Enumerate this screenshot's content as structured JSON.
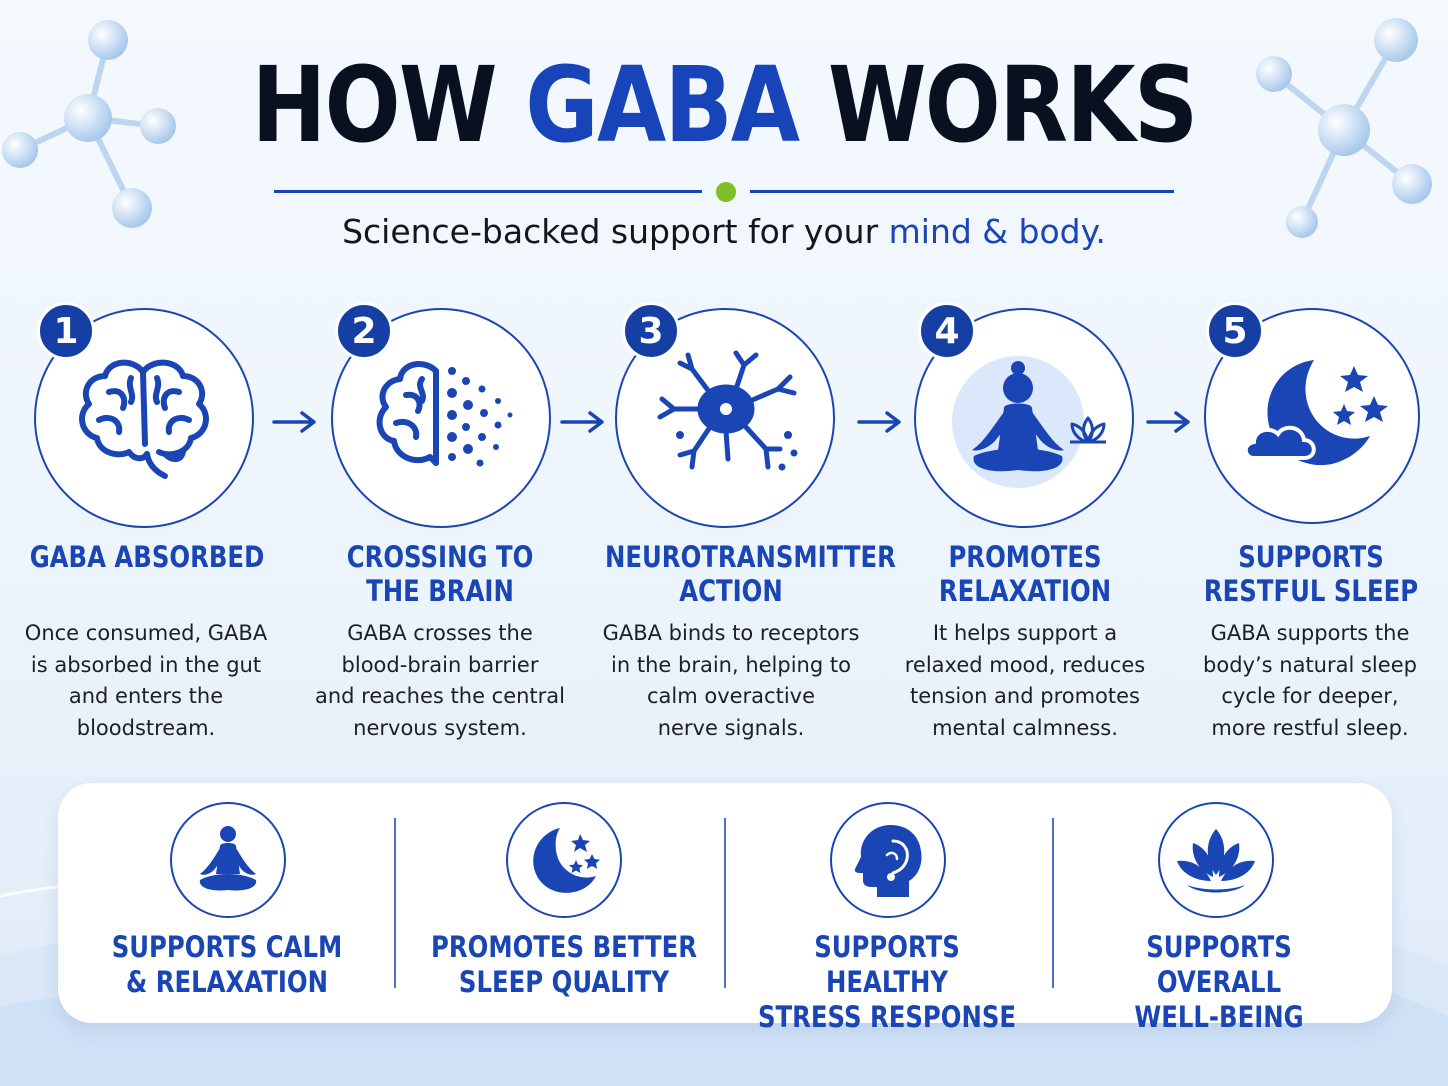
{
  "title": {
    "part1": "HOW ",
    "part2": "GABA",
    "part3": " WORKS"
  },
  "subtitle": {
    "part1": "Science-backed support for your ",
    "part2": "mind & body."
  },
  "colors": {
    "primary": "#1a45b5",
    "dark": "#0b1020",
    "accent_dot": "#7fbf2a"
  },
  "steps": [
    {
      "number": "1",
      "icon": "brain-icon",
      "title_line1": "GABA ABSORBED",
      "title_line2": "",
      "desc": [
        "Once consumed, GABA",
        "is absorbed in the gut",
        "and enters the",
        "bloodstream."
      ]
    },
    {
      "number": "2",
      "icon": "brain-particles-icon",
      "title_line1": "CROSSING TO",
      "title_line2": "THE BRAIN",
      "desc": [
        "GABA crosses the",
        "blood-brain barrier",
        "and reaches the central",
        "nervous system."
      ]
    },
    {
      "number": "3",
      "icon": "neuron-icon",
      "title_line1": "NEUROTRANSMITTER",
      "title_line2": "ACTION",
      "desc": [
        "GABA binds to receptors",
        "in the brain, helping to",
        "calm overactive",
        "nerve signals."
      ]
    },
    {
      "number": "4",
      "icon": "meditation-icon",
      "title_line1": "PROMOTES",
      "title_line2": "RELAXATION",
      "desc": [
        "It helps support a",
        "relaxed mood, reduces",
        "tension and promotes",
        "mental calmness."
      ]
    },
    {
      "number": "5",
      "icon": "moon-cloud-icon",
      "title_line1": "SUPPORTS",
      "title_line2": "RESTFUL SLEEP",
      "desc": [
        "GABA supports the",
        "body’s natural sleep",
        "cycle for deeper,",
        "more restful sleep."
      ]
    }
  ],
  "benefits": [
    {
      "icon": "meditation-icon",
      "line1": "SUPPORTS CALM",
      "line2": "& RELAXATION"
    },
    {
      "icon": "moon-stars-icon",
      "line1": "PROMOTES BETTER",
      "line2": "SLEEP QUALITY"
    },
    {
      "icon": "head-icon",
      "line1": "SUPPORTS HEALTHY",
      "line2": "STRESS RESPONSE"
    },
    {
      "icon": "lotus-icon",
      "line1": "SUPPORTS OVERALL",
      "line2": "WELL-BEING"
    }
  ]
}
